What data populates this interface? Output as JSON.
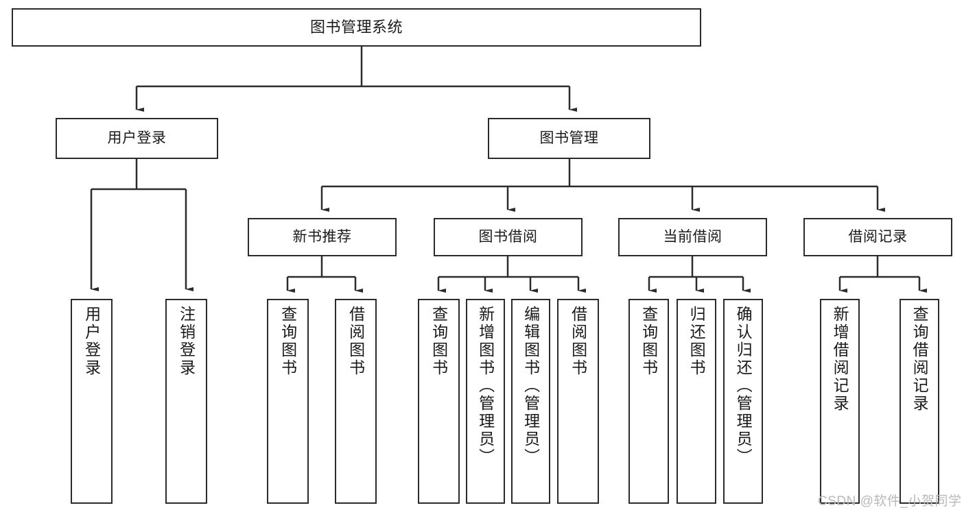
{
  "diagram": {
    "type": "tree-hierarchy-chart",
    "title": "图书管理系统",
    "root": {
      "label": "图书管理系统"
    },
    "level2": [
      {
        "label": "用户登录"
      },
      {
        "label": "图书管理"
      }
    ],
    "level3": [
      {
        "label": "新书推荐"
      },
      {
        "label": "图书借阅"
      },
      {
        "label": "当前借阅"
      },
      {
        "label": "借阅记录"
      }
    ],
    "leaves": [
      {
        "label": "用户登录",
        "parent": "用户登录"
      },
      {
        "label": "注销登录",
        "parent": "用户登录"
      },
      {
        "label": "查询图书",
        "parent": "新书推荐"
      },
      {
        "label": "借阅图书",
        "parent": "新书推荐"
      },
      {
        "label": "查询图书",
        "parent": "图书借阅"
      },
      {
        "label": "新增图书（管理员）",
        "parent": "图书借阅"
      },
      {
        "label": "编辑图书（管理员）",
        "parent": "图书借阅"
      },
      {
        "label": "借阅图书",
        "parent": "图书借阅"
      },
      {
        "label": "查询图书",
        "parent": "当前借阅"
      },
      {
        "label": "归还图书",
        "parent": "当前借阅"
      },
      {
        "label": "确认归还（管理员）",
        "parent": "当前借阅"
      },
      {
        "label": "新增借阅记录",
        "parent": "借阅记录"
      },
      {
        "label": "查询借阅记录",
        "parent": "借阅记录"
      }
    ],
    "colors": {
      "stroke": "#2b2b2b",
      "fill": "#ffffff",
      "text": "#1a1a1a",
      "watermark": "#b9b9b9"
    }
  },
  "watermark": {
    "text": "CSDN @软件_小贺同学"
  }
}
